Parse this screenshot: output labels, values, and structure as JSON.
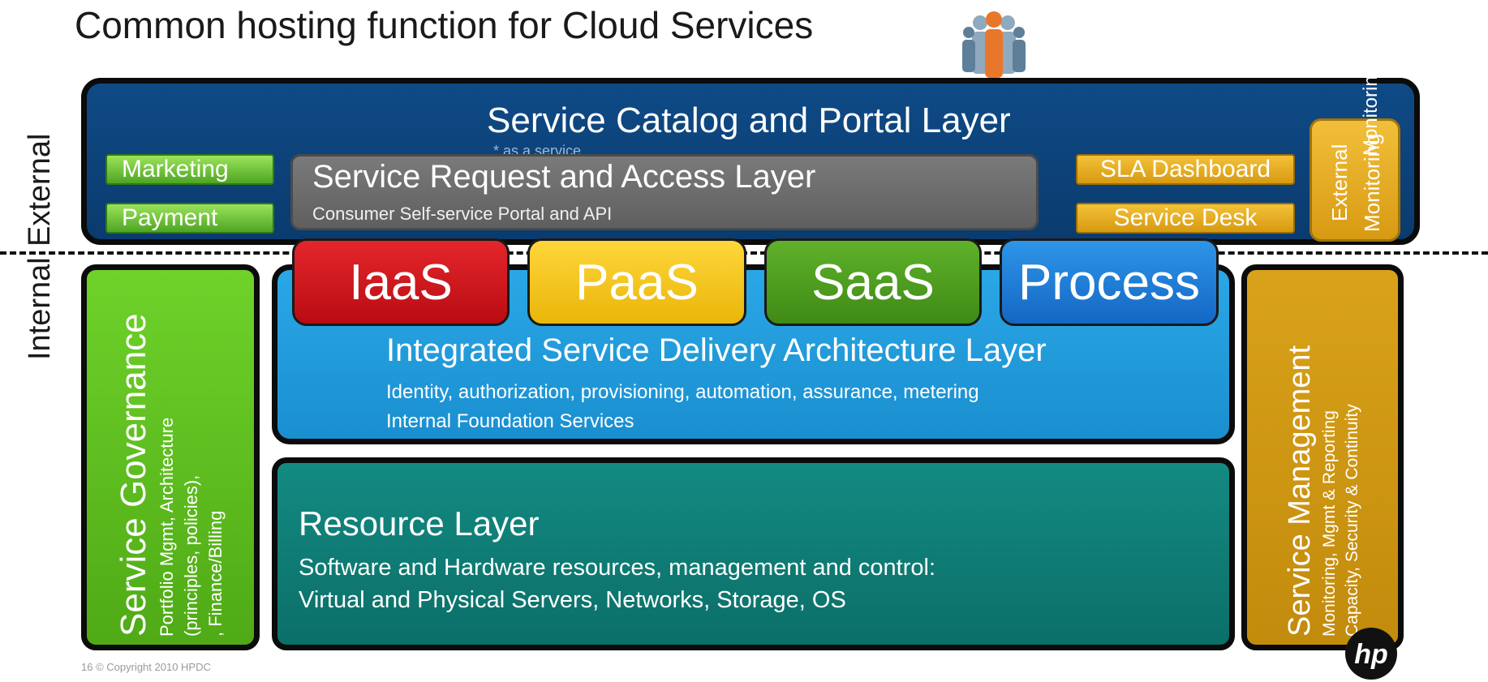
{
  "title": "Common hosting function for Cloud Services",
  "side_labels": {
    "external": "External",
    "internal": "Internal"
  },
  "catalog_layer": {
    "title": "Service Catalog and Portal Layer",
    "subtitle": "* as a service",
    "left_buttons": [
      "Marketing",
      "Payment"
    ],
    "right_buttons": [
      "SLA Dashboard",
      "Service Desk"
    ],
    "external_monitoring": "External Monitoring",
    "monitoring_label": "Monitoring"
  },
  "request_layer": {
    "title": "Service Request and Access Layer",
    "subtitle": "Consumer Self-service Portal and API"
  },
  "service_tiles": [
    {
      "label": "IaaS",
      "color": "#d0121a"
    },
    {
      "label": "PaaS",
      "color": "#f3c417"
    },
    {
      "label": "SaaS",
      "color": "#4f9d1f"
    },
    {
      "label": "Process",
      "color": "#1e7fd6"
    }
  ],
  "delivery_layer": {
    "title": "Integrated Service Delivery Architecture Layer",
    "line1": "Identity, authorization, provisioning, automation, assurance, metering",
    "line2": "Internal Foundation Services"
  },
  "resource_layer": {
    "title": "Resource Layer",
    "line1": "Software and Hardware resources, management and control:",
    "line2": "Virtual and Physical Servers, Networks, Storage, OS"
  },
  "governance": {
    "title": "Service Governance",
    "line1": "Portfolio Mgmt, Architecture",
    "line2": "(principles, policies),",
    "line3": ", Finance/Billing"
  },
  "management": {
    "title": "Service Management",
    "line1": "Monitoring, Mgmt & Reporting",
    "line2": "Capacity, Security & Continuity"
  },
  "footer": "16   © Copyright 2010 HPDC",
  "logo": "hp-logo-icon",
  "people_icon": "people-group-icon",
  "colors": {
    "catalog_bg": "#0a3b6e",
    "delivery_bg": "#1a8fd0",
    "resource_bg": "#0b6f68",
    "governance_bg": "#4faa16",
    "management_bg": "#c28b0c"
  }
}
